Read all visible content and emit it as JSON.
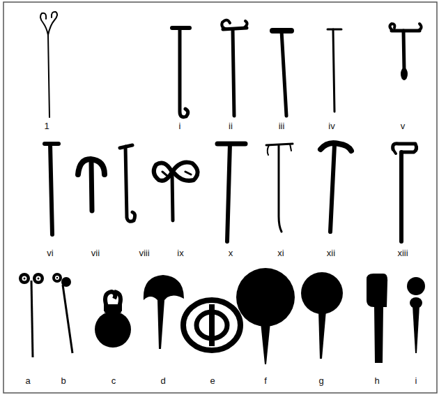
{
  "diagram": {
    "labels": [
      "1",
      "i",
      "ii",
      "iii",
      "iv",
      "v",
      "vi",
      "vii",
      "viii",
      "ix",
      "x",
      "xi",
      "xii",
      "xiii",
      "a",
      "b",
      "c",
      "d",
      "e",
      "f",
      "g",
      "h",
      "i"
    ]
  }
}
